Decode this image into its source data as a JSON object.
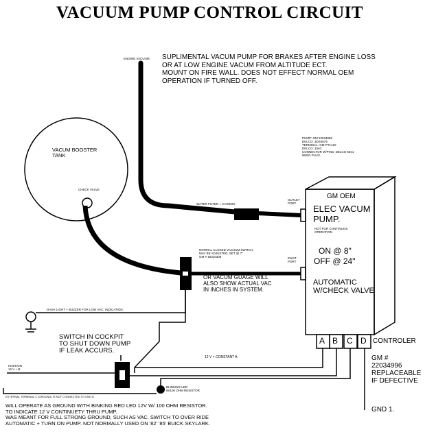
{
  "title": "VACUUM PUMP CONTROL CIRCUIT",
  "engine_vacuum_label": "ENGINE VACUUM",
  "description": [
    "SUPLIMENTAL VACUM PUMP FOR BRAKES AFTER ENGINE LOSS",
    "OR AT LOW ENGINE VACUM FROM ALTITUDE ECT.",
    "MOUNT ON FIRE WALL. DOES NOT EFFECT NORMAL OEM",
    "OPERATION IF TURNED OFF."
  ],
  "booster_tank": {
    "label_line1": "VACUM BOOSTER",
    "label_line2": "TANK",
    "check_valve": "CHECK VALVE"
  },
  "pump_parts_note": [
    "PUMP: GM 22034996",
    "DELCO: 3DS4679",
    "TERMINAL: GM PT1410",
    "DELCO: 1040",
    "CONNECTOR W/PINS: DELCO 6041",
    "NEED PLUG."
  ],
  "water_filter_label": "WATER FILTER = CARBON",
  "outlet_port": "OUTLET PORT",
  "inlet_port": "INLET PORT",
  "pump_box": {
    "line1": "GM OEM",
    "line2": "ELEC VACUM",
    "line3": "PUMP.",
    "not_continuous_1": "NOT FOR CONTINUOS",
    "not_continuous_2": "OPERATION",
    "on_text": "ON @ 8\"",
    "off_text": "OFF @ 24\"",
    "automatic_1": "AUTOMATIC",
    "automatic_2": "W/CHECK VALVE"
  },
  "terminals": [
    "A",
    "B",
    "C",
    "D"
  ],
  "controller_label": "CONTROLER",
  "gm_note": [
    "GM #",
    "22034996",
    "REPLACEABLE",
    "IF DEFECTIVE"
  ],
  "vacuum_switch_note": [
    "NORMAL CLOSED VACUUM SWITCH,",
    "MAY BE ADJUSTED, SET @ 7\"",
    "GM # 16010308"
  ],
  "gauge_note": [
    "OR VACUM GUAGE WILL",
    "ALSO SHOW ACTUAL VAC",
    "IN INCHES IN SYSTEM."
  ],
  "dash_light_note": "DASH LIGHT + BUZZER FOR LOW VAC. INDICATION.",
  "cockpit_switch_note": [
    "SWITCH IN COCKPIT",
    "TO SHUT DOWN PUMP",
    "IF LEAK ACCURS."
  ],
  "constant_label": "12 V + CONSTANT A.",
  "ignition_label": [
    "IGNITION",
    "12 V + B"
  ],
  "blinking_led_note": [
    "BLINKING LED",
    "W/100 OHM RESISTOR"
  ],
  "external_note": "EXTERNAL TERMINAL C (GROUND) IS NOT CONNECTED TO GND D",
  "gnd_label": "GND 1.",
  "bottom_note": [
    "WILL OPERATE AS GROUND WITH BINKING RED LED 12V W/ 100 OHM RESISTOR.",
    "TO INDICATE 12 V CONTINUETY THRU PUMP.",
    "WAS MEANT FOR FULL STRONG GROUND, SUCH AS VAC. SWITCH TO OVER RIDE",
    "AUTOMATIC + TURN ON PUMP. NOT NORMALLY USED ON '82' '85' BUICK SKYLARK."
  ]
}
